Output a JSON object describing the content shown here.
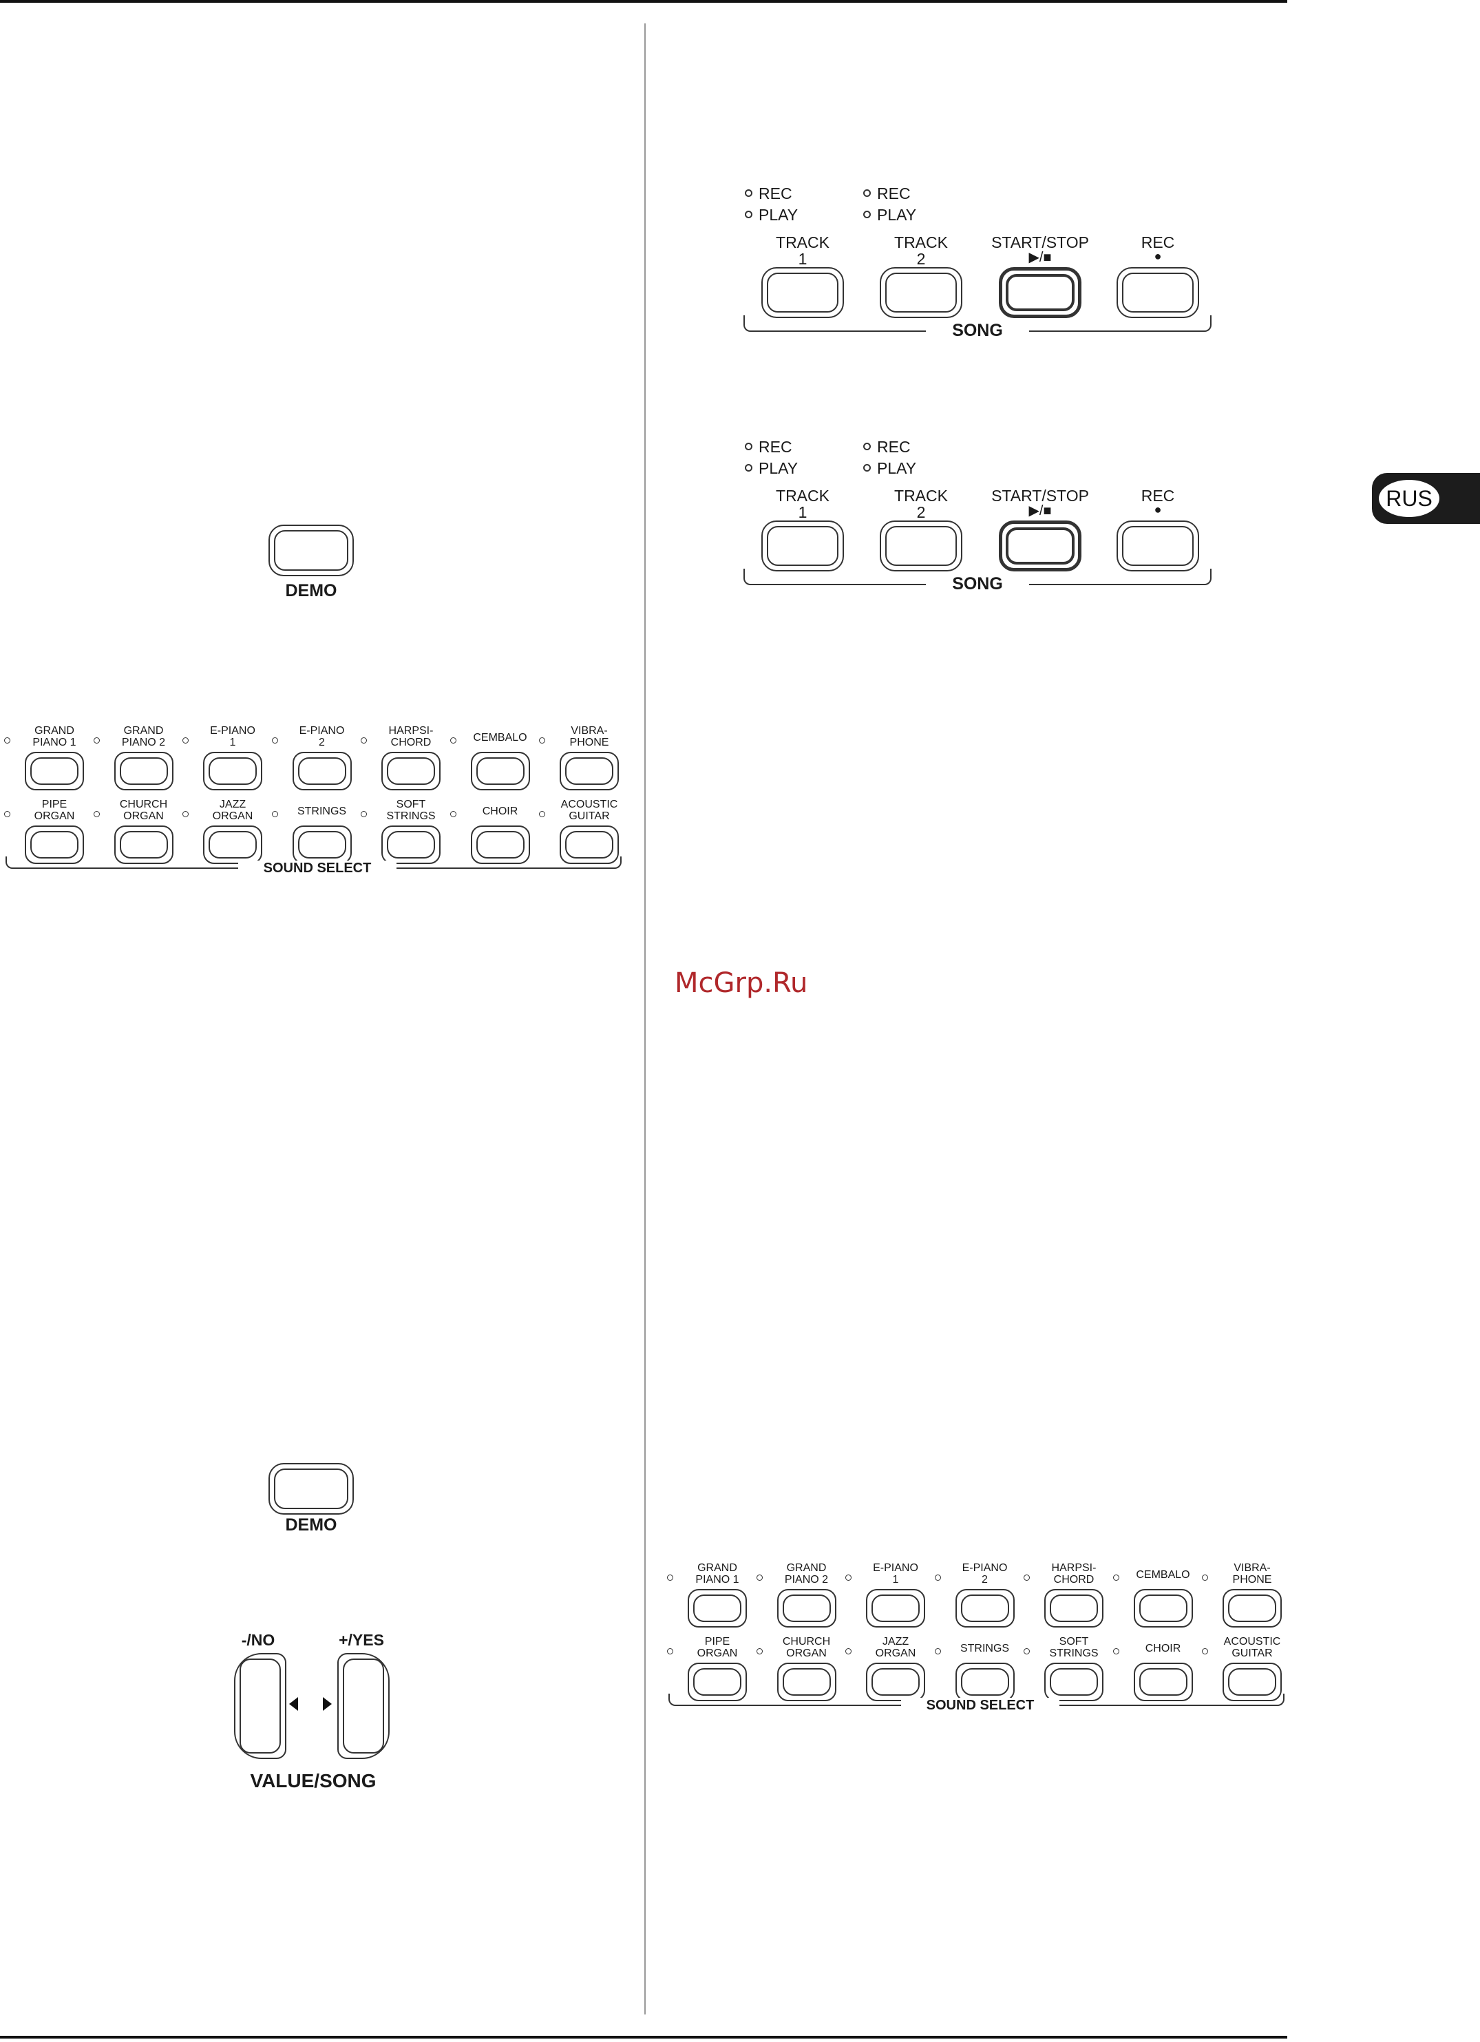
{
  "side_tab": {
    "label": "RUS"
  },
  "watermark": {
    "text": "McGrp.Ru"
  },
  "demo": {
    "label": "DEMO"
  },
  "song_panel": {
    "title": "SONG",
    "rec": "REC",
    "play": "PLAY",
    "track1": "TRACK\n1",
    "track2": "TRACK\n2",
    "start_stop": "START/STOP",
    "start_stop_symbol": "▶/■",
    "rec_button": "REC",
    "rec_symbol": "●"
  },
  "sound_select": {
    "title": "SOUND SELECT",
    "row1": [
      "GRAND\nPIANO 1",
      "GRAND\nPIANO 2",
      "E-PIANO\n1",
      "E-PIANO\n2",
      "HARPSI-\nCHORD",
      "CEMBALO",
      "VIBRA-\nPHONE"
    ],
    "row2": [
      "PIPE\nORGAN",
      "CHURCH\nORGAN",
      "JAZZ\nORGAN",
      "STRINGS",
      "SOFT\nSTRINGS",
      "CHOIR",
      "ACOUSTIC\nGUITAR"
    ]
  },
  "value_song": {
    "title": "VALUE/SONG",
    "minus": "-/NO",
    "plus": "+/YES"
  }
}
